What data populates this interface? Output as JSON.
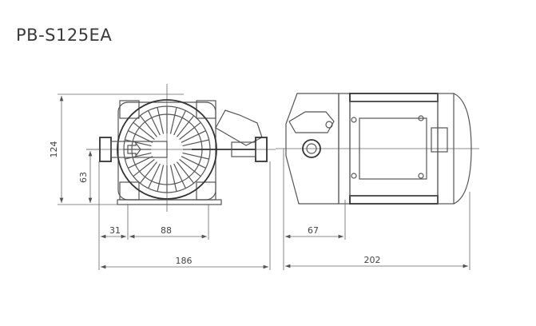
{
  "title": "PB-S125EA",
  "dimensions": {
    "height_total": "124",
    "height_inlet": "63",
    "base_offset": "31",
    "base_width": "88",
    "width_front": "186",
    "side_offset": "67",
    "length_side": "202"
  }
}
